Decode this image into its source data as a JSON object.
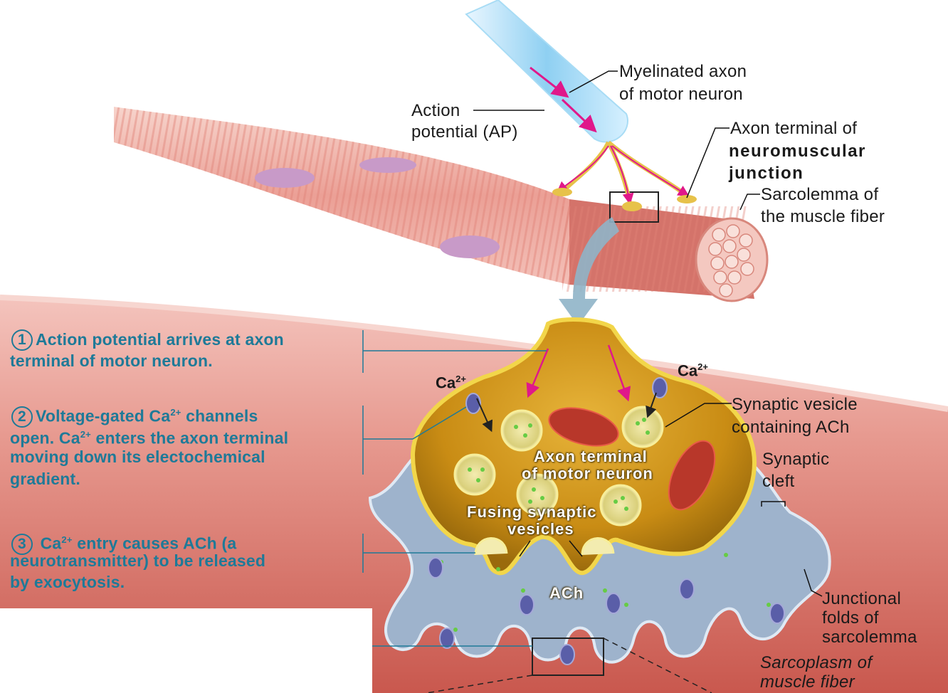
{
  "labels": {
    "myelinated_axon_l1": "Myelinated axon",
    "myelinated_axon_l2": "of motor neuron",
    "action_potential_l1": "Action",
    "action_potential_l2": "potential (AP)",
    "axon_terminal_l1": "Axon terminal of",
    "axon_terminal_l2": "neuromuscular",
    "axon_terminal_l3": "junction",
    "sarcolemma_l1": "Sarcolemma of",
    "sarcolemma_l2": "the muscle fiber",
    "ca_left": "Ca",
    "ca_right": "Ca",
    "ca_sup": "2+",
    "synaptic_vesicle_l1": "Synaptic vesicle",
    "synaptic_vesicle_l2": "containing ACh",
    "synaptic_cleft_l1": "Synaptic",
    "synaptic_cleft_l2": "cleft",
    "axon_terminal_inner_l1": "Axon terminal",
    "axon_terminal_inner_l2": "of motor neuron",
    "fusing_l1": "Fusing synaptic",
    "fusing_l2": "vesicles",
    "ach": "ACh",
    "junctional_l1": "Junctional",
    "junctional_l2": "folds of",
    "junctional_l3": "sarcolemma",
    "sarcoplasm_l1": "Sarcoplasm of",
    "sarcoplasm_l2": "muscle fiber"
  },
  "steps": [
    {
      "number": "1",
      "lines": [
        "Action potential arrives at axon",
        "terminal of motor neuron."
      ]
    },
    {
      "number": "2",
      "line1a": "Voltage-gated Ca",
      "line1b": " channels",
      "line2a": "open. Ca",
      "line2b": " enters the axon terminal",
      "line3": "moving down its electochemical",
      "line4": "gradient."
    },
    {
      "number": "3",
      "line1a": " Ca",
      "line1b": " entry causes ACh (a",
      "line2": "neurotransmitter) to be released",
      "line3": "by exocytosis."
    }
  ],
  "colors": {
    "step_text": "#1e7a98",
    "muscle": "#e8958a",
    "terminal": "#d9a21c",
    "cleft": "#9eb3cc",
    "nucleus": "#c89ac8"
  }
}
